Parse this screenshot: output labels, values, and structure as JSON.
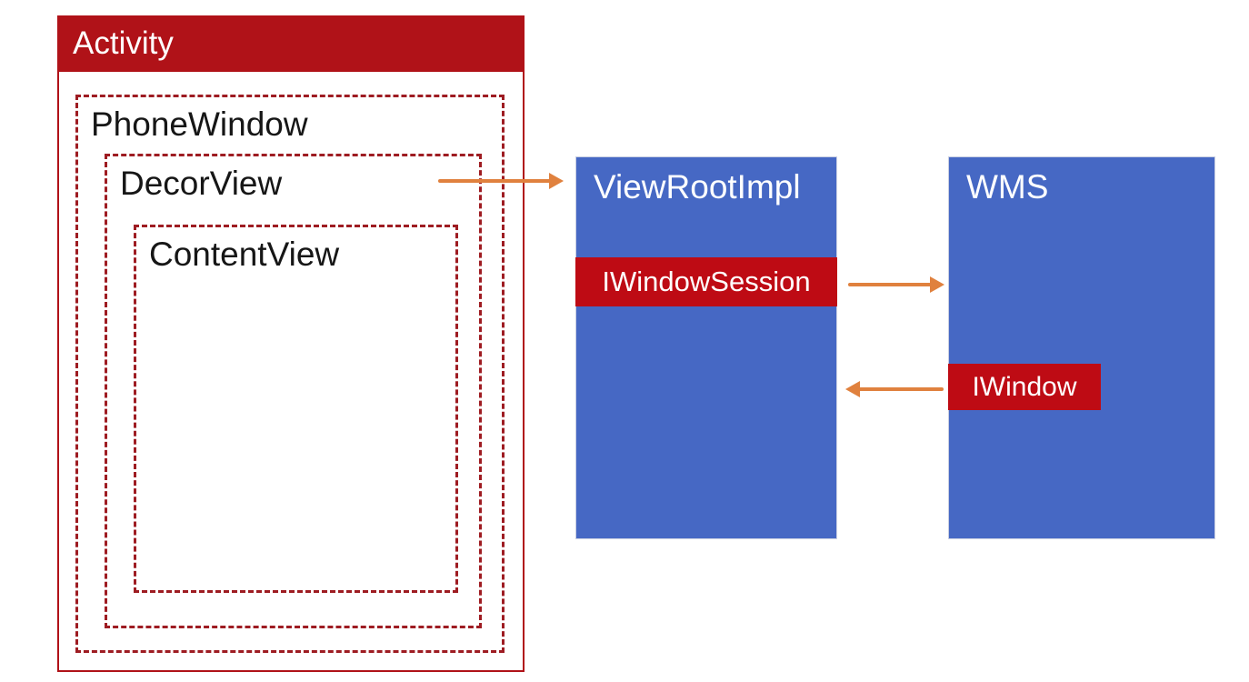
{
  "colors": {
    "header_red": "#b01218",
    "band_red": "#be0b14",
    "dashed_red": "#9e1c22",
    "box_blue": "#4668c4",
    "arrow_orange": "#e0813e",
    "text_dark": "#161616",
    "text_light": "#ffffff"
  },
  "diagram": {
    "activity": "Activity",
    "phone_window": "PhoneWindow",
    "decor_view": "DecorView",
    "content_view": "ContentView",
    "view_root_impl": "ViewRootImpl",
    "iwindow_session": "IWindowSession",
    "wms": "WMS",
    "iwindow": "IWindow",
    "connections": [
      {
        "from": "DecorView",
        "to": "ViewRootImpl",
        "direction": "right"
      },
      {
        "from": "IWindowSession",
        "to": "WMS",
        "direction": "right"
      },
      {
        "from": "IWindow",
        "to": "ViewRootImpl",
        "direction": "left"
      }
    ]
  }
}
